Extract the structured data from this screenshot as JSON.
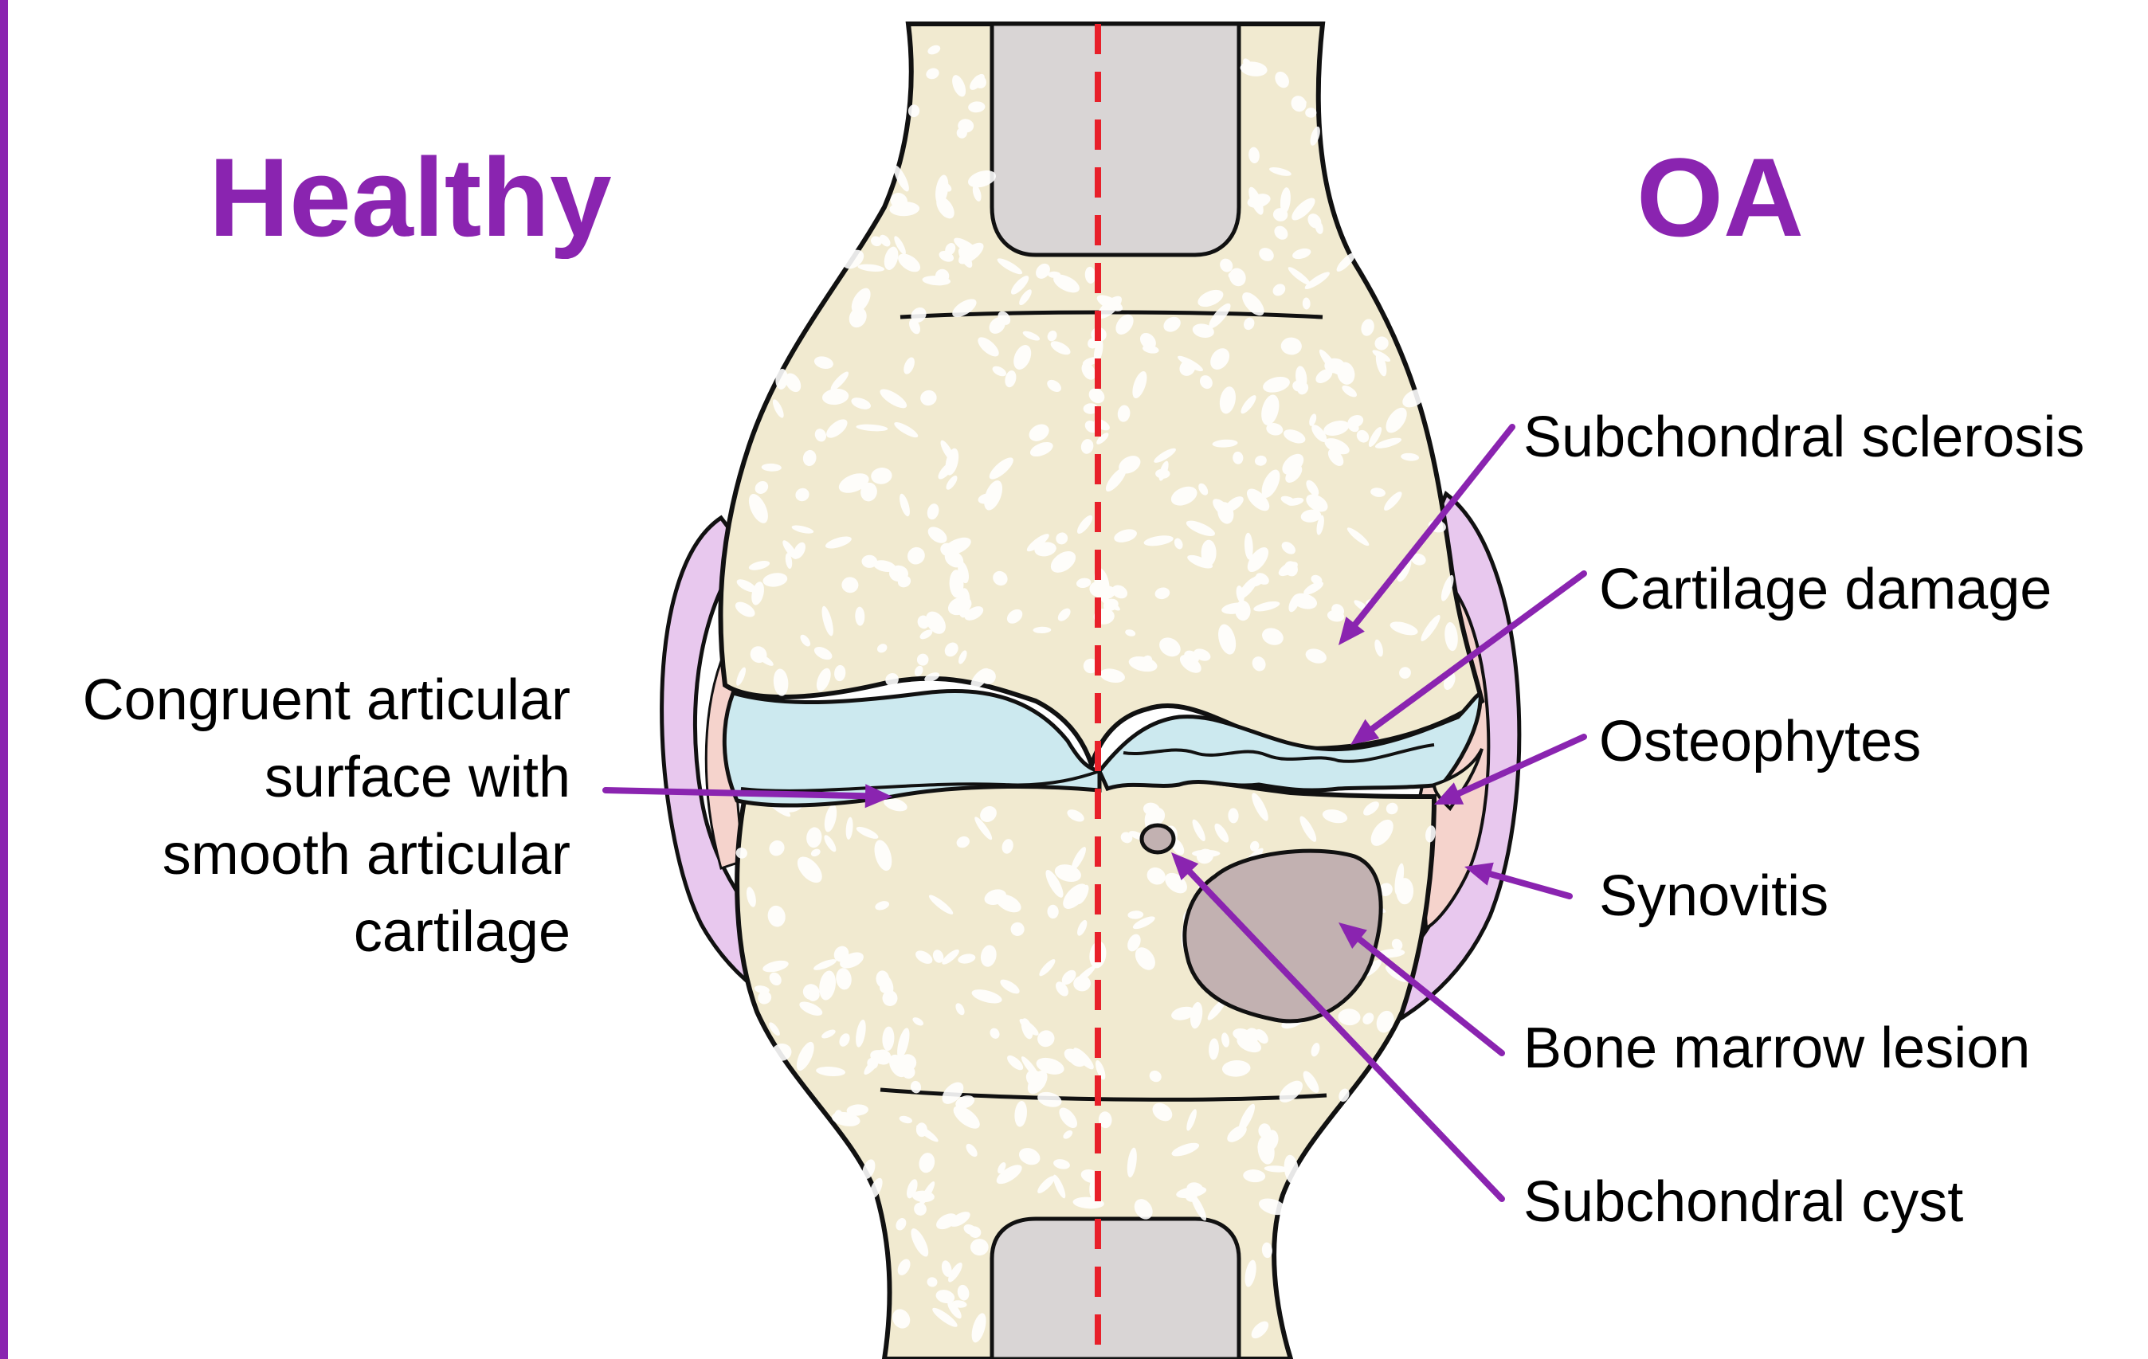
{
  "headings": {
    "healthy": "Healthy",
    "oa": "OA"
  },
  "labels": {
    "congruent": [
      "Congruent articular",
      "surface with",
      "smooth articular",
      "cartilage"
    ],
    "subchondral_sclerosis": "Subchondral sclerosis",
    "cartilage_damage": "Cartilage damage",
    "osteophytes": "Osteophytes",
    "synovitis": "Synovitis",
    "bone_marrow_lesion": "Bone marrow lesion",
    "subchondral_cyst": "Subchondral cyst"
  },
  "colors": {
    "accent_purple": "#8a24b0",
    "midline_red": "#e8202a",
    "bone": "#f1ead0",
    "bone_outline": "#111111",
    "marrow_canal": "#d9d5d5",
    "cartilage": "#cce9ef",
    "synovium": "#e8c8ee",
    "synovitis": "#f5d3cc",
    "lesion": "#c2b1b1",
    "trabeculae": "#ffffff"
  },
  "icons": {
    "arrow": "arrow-icon"
  }
}
